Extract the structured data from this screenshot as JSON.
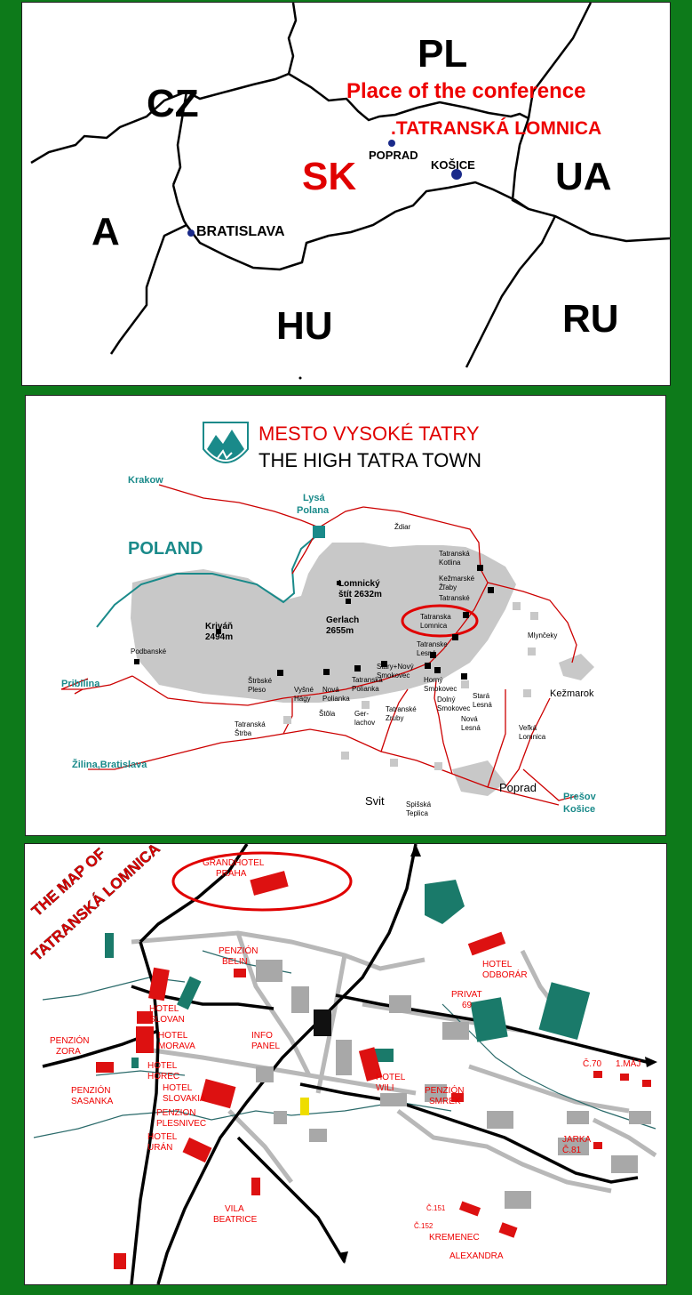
{
  "panel1": {
    "countries": {
      "pl": "PL",
      "cz": "CZ",
      "sk": "SK",
      "ua": "UA",
      "a": "A",
      "hu": "HU",
      "ru": "RU"
    },
    "conference_label": "Place of the conference",
    "venue_label": ".TATRANSKÁ LOMNICA",
    "cities": {
      "poprad": "POPRAD",
      "kosice": "KOŠICE",
      "bratislava": "BRATISLAVA"
    },
    "colors": {
      "highlight": "#e00000",
      "city_dot": "#1a2a8a",
      "border": "#000000"
    }
  },
  "panel2": {
    "title_sk": "MESTO VYSOKÉ TATRY",
    "title_en": "THE HIGH TATRA TOWN",
    "country_label": "POLAND",
    "edge_labels": {
      "krakow": "Krakow",
      "lysa": "Lysá",
      "polana": "Polana",
      "pribilina": "Pribilina",
      "zilina": "Žilina,Bratislava",
      "presov": "Prešov",
      "kosice": "Košice"
    },
    "peaks": {
      "lomnicky1": "Lomnický",
      "lomnicky2": "štít 2632m",
      "gerlach1": "Gerlach",
      "gerlach2": "2655m",
      "krivan1": "Kriváň",
      "krivan2": "2494m"
    },
    "places": {
      "zdiar": "Ždiar",
      "kotlina1": "Tatranská",
      "kotlina2": "Kotlina",
      "zdiar_k1": "Kežmarské",
      "zdiar_k2": "Žľaby",
      "tatranske": "Tatranské",
      "lomnica1": "Tatranska",
      "lomnica2": "Lomnica",
      "lesna1": "Tatranske",
      "lesna2": "Lesná",
      "smokovec1": "Stary+Nový",
      "smokovec2": "Smokovec",
      "horny1": "Horný",
      "horny2": "Smokovec",
      "polianka1": "Tatranská",
      "polianka2": "Polianka",
      "dolny1": "Dolný",
      "dolny2": "Smokovec",
      "nova1": "Nová",
      "nova2": "Polianka",
      "vysne1": "Vyšné",
      "vysne2": "Hágy",
      "strbske1": "Štrbské",
      "strbske2": "Pleso",
      "zruby1": "Tatranské",
      "zruby2": "Zruby",
      "podbanske": "Podbanské",
      "strba1": "Tatranská",
      "strba2": "Štrba",
      "sucha": "Štôla",
      "gerlachov1": "Ger-",
      "gerlachov2": "lachov",
      "stara1": "Stará",
      "stara2": "Lesná",
      "nova_lesna1": "Nová",
      "nova_lesna2": "Lesná",
      "mlynicky": "Mlynčeky",
      "kezmarok": "Kežmarok",
      "velka1": "Veľká",
      "velka2": "Lomnica",
      "poprad": "Poprad",
      "svit": "Svit",
      "spisska1": "Spišská",
      "spisska2": "Teplica"
    },
    "colors": {
      "area": "#c8c8c8",
      "road": "#cc0000",
      "teal": "#1a8a8a",
      "ellipse": "#e00000"
    }
  },
  "panel3": {
    "title_line1": "THE MAP OF",
    "title_line2": "TATRANSKÁ LOMNICA",
    "hotels": {
      "grandhotel1": "GRANDHOTEL",
      "grandhotel2": "PRAHA",
      "belin1": "PENZIÓN",
      "belin2": "BELIN",
      "odborar1": "HOTEL",
      "odborar2": "ODBORÁR",
      "privat1": "PRIVAT",
      "privat2": "69",
      "slovan1": "HOTEL",
      "slovan2": "SLOVAN",
      "morava1": "HOTEL",
      "morava2": "MORAVA",
      "zora1": "PENZIÓN",
      "zora2": "ZORA",
      "info1": "INFO",
      "info2": "PANEL",
      "horec1": "HOTEL",
      "horec2": "HOREC",
      "wili1": "HOTEL",
      "wili2": "WILI",
      "sasanka1": "PENZIÓN",
      "sasanka2": "SASANKA",
      "slovakia1": "HOTEL",
      "slovakia2": "SLOVAKIA",
      "plesnivec1": "PENZION",
      "plesnivec2": "PLESNIVEC",
      "smrek1": "PENZIÓN",
      "smrek2": "SMREK",
      "c70": "Č.70",
      "maj": "1.MÁJ",
      "uran1": "HOTEL",
      "uran2": "URÁN",
      "jarka1": "JARKA",
      "jarka2": "Č.81",
      "beatrice1": "VILA",
      "beatrice2": "BEATRICE",
      "c151": "Č.151",
      "c152": "Č.152",
      "kremenec": "KREMENEC",
      "alexandra": "ALEXANDRA"
    },
    "colors": {
      "building": "#dd1111",
      "teal": "#1a7a6a",
      "gray": "#b8b8b8",
      "road": "#000000",
      "ellipse": "#e00000",
      "stream": "#2a6a6a"
    }
  }
}
